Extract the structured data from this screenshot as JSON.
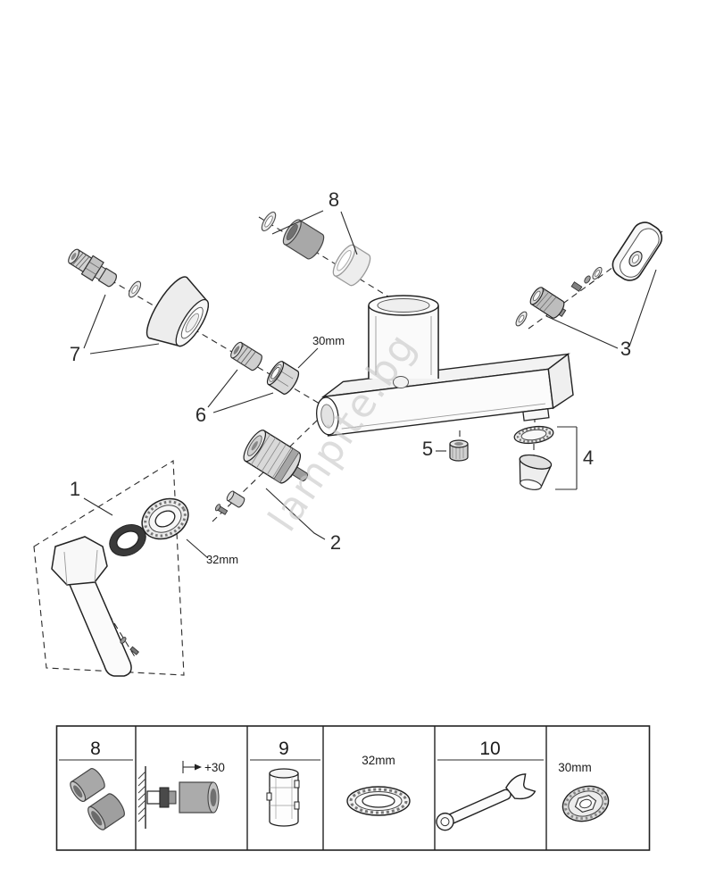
{
  "watermark": "lampite.bg",
  "parts": {
    "p1": "1",
    "p2": "2",
    "p3": "3",
    "p4": "4",
    "p5": "5",
    "p6": "6",
    "p7": "7",
    "p8": "8"
  },
  "dims": {
    "top_nut": "30mm",
    "handle_ring": "32mm"
  },
  "legend": {
    "cells": [
      {
        "id": "spare-sleeves",
        "label": "8"
      },
      {
        "id": "wall-depth",
        "label": "+30"
      },
      {
        "id": "mounting-tool",
        "label": "9"
      },
      {
        "id": "ring-wrench-size",
        "label": "32mm"
      },
      {
        "id": "open-end-wrench",
        "label": "10"
      },
      {
        "id": "nut-wrench-size",
        "label": "30mm"
      }
    ]
  },
  "colors": {
    "line": "#222222",
    "part_gray": "#a8a8a8",
    "part_light": "#ededed",
    "watermark": "#c9c9c9",
    "background": "#ffffff"
  }
}
